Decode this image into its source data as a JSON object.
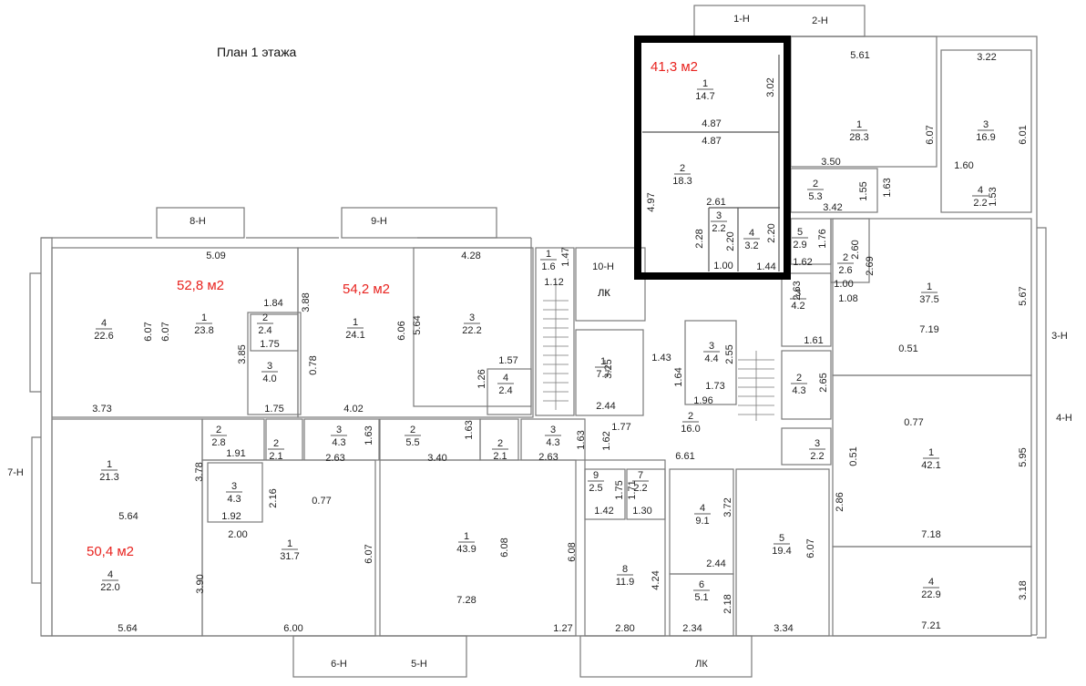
{
  "title": "План 1 этажа",
  "colors": {
    "wall": "#7a7a7a",
    "highlight": "#000000",
    "area_label": "#e8231f"
  },
  "area_labels": [
    "41,3 м2",
    "52,8 м2",
    "54,2 м2",
    "50,4 м2"
  ],
  "entrances": [
    "1-Н",
    "2-Н",
    "8-Н",
    "9-Н",
    "10-Н",
    "3-Н",
    "4-Н",
    "7-Н",
    "6-Н",
    "5-Н",
    "ЛК",
    "ЛК"
  ],
  "highlighted_unit": {
    "rooms": [
      {
        "num": "1",
        "area": "14.7"
      },
      {
        "num": "2",
        "area": "18.3"
      },
      {
        "num": "3",
        "area": "2.2"
      },
      {
        "num": "4",
        "area": "3.2"
      }
    ],
    "dims": [
      "3.02",
      "4.87",
      "4.87",
      "4.97",
      "2.61",
      "2.28",
      "2.20",
      "2.20",
      "1.00",
      "1.44"
    ]
  },
  "rooms": [
    {
      "num": "1",
      "area": "28.3"
    },
    {
      "num": "3",
      "area": "16.9"
    },
    {
      "num": "2",
      "area": "5.3"
    },
    {
      "num": "4",
      "area": "2.2"
    },
    {
      "num": "5",
      "area": "2.9"
    },
    {
      "num": "2",
      "area": "2.6"
    },
    {
      "num": "1",
      "area": "1.6"
    },
    {
      "num": "4",
      "area": "22.6"
    },
    {
      "num": "1",
      "area": "23.8"
    },
    {
      "num": "2",
      "area": "2.4"
    },
    {
      "num": "3",
      "area": "4.0"
    },
    {
      "num": "1",
      "area": "24.1"
    },
    {
      "num": "3",
      "area": "22.2"
    },
    {
      "num": "4",
      "area": "2.4"
    },
    {
      "num": "1",
      "area": "7.7"
    },
    {
      "num": "3",
      "area": "4.4"
    },
    {
      "num": "3",
      "area": "4.2"
    },
    {
      "num": "1",
      "area": "37.5"
    },
    {
      "num": "2",
      "area": "4.3"
    },
    {
      "num": "2",
      "area": "16.0"
    },
    {
      "num": "3",
      "area": "2.2"
    },
    {
      "num": "2",
      "area": "2.8"
    },
    {
      "num": "2",
      "area": "2.1"
    },
    {
      "num": "3",
      "area": "4.3"
    },
    {
      "num": "2",
      "area": "5.5"
    },
    {
      "num": "2",
      "area": "2.1"
    },
    {
      "num": "3",
      "area": "4.3"
    },
    {
      "num": "1",
      "area": "21.3"
    },
    {
      "num": "3",
      "area": "4.3"
    },
    {
      "num": "4",
      "area": "22.0"
    },
    {
      "num": "1",
      "area": "31.7"
    },
    {
      "num": "1",
      "area": "43.9"
    },
    {
      "num": "9",
      "area": "2.5"
    },
    {
      "num": "7",
      "area": "2.2"
    },
    {
      "num": "4",
      "area": "9.1"
    },
    {
      "num": "8",
      "area": "11.9"
    },
    {
      "num": "6",
      "area": "5.1"
    },
    {
      "num": "5",
      "area": "19.4"
    },
    {
      "num": "1",
      "area": "42.1"
    },
    {
      "num": "4",
      "area": "22.9"
    }
  ],
  "room_labels": [
    "ЛК"
  ],
  "dims": [
    "5.61",
    "3.22",
    "6.07",
    "6.01",
    "3.50",
    "1.60",
    "1.55",
    "1.63",
    "3.42",
    "1.53",
    "1.76",
    "2.60",
    "2.69",
    "1.62",
    "1.00",
    "1.47",
    "1.12",
    "5.09",
    "4.28",
    "1.84",
    "3.88",
    "6.07",
    "6.07",
    "1.75",
    "3.85",
    "0.78",
    "6.06",
    "5.64",
    "1.57",
    "1.26",
    "3.73",
    "1.75",
    "4.02",
    "3.25",
    "1.43",
    "2.44",
    "1.64",
    "2.55",
    "1.73",
    "1.96",
    "2.63",
    "1.08",
    "5.67",
    "7.19",
    "0.51",
    "1.61",
    "2.65",
    "0.77",
    "1.91",
    "1.63",
    "2.63",
    "1.63",
    "3.40",
    "2.63",
    "1.63",
    "1.62",
    "1.77",
    "6.61",
    "0.51",
    "5.95",
    "3.78",
    "1.92",
    "2.16",
    "0.77",
    "5.64",
    "2.00",
    "6.07",
    "6.08",
    "6.08",
    "1.75",
    "1.71",
    "1.42",
    "1.30",
    "3.72",
    "2.86",
    "7.18",
    "2.44",
    "6.07",
    "3.18",
    "4.24",
    "2.18",
    "3.90",
    "5.64",
    "6.00",
    "7.28",
    "1.27",
    "2.80",
    "2.34",
    "3.34",
    "7.21"
  ]
}
